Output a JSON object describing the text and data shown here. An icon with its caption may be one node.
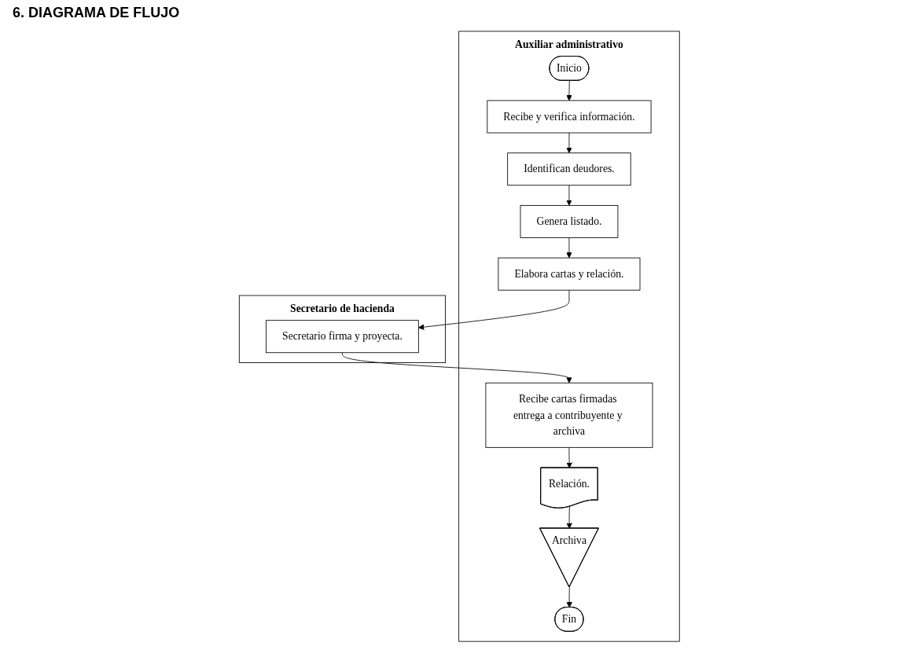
{
  "diagram": {
    "title": "6. DIAGRAMA DE FLUJO",
    "nodes": [
      {
        "text": [
          "Auxiliar administrativo"
        ]
      },
      {
        "text": [
          "Secretario de hacienda"
        ]
      },
      {
        "text": [
          "Inicio"
        ],
        "in": 0
      },
      {
        "text": [
          "Recibe y verifica información."
        ],
        "in": 0
      },
      {
        "text": [
          "Identifican deudores."
        ],
        "in": 0
      },
      {
        "text": [
          "Genera listado."
        ],
        "in": 0
      },
      {
        "text": [
          "Elabora cartas y relación."
        ],
        "in": 0
      },
      {
        "text": [
          "Secretario firma y proyecta."
        ],
        "in": 1
      },
      {
        "text": [
          "Recibe cartas firmadas entrega a contribuyente y archiva"
        ],
        "in": 0
      },
      {
        "text": [
          "Relación."
        ],
        "in": 0
      },
      {
        "text": [
          "Archiva"
        ],
        "in": 0
      },
      {
        "text": [
          "Fin"
        ],
        "in": 0
      }
    ],
    "edges": [
      {
        "from": 2,
        "to": 3,
        "arrow": "to"
      },
      {
        "from": 3,
        "to": 4,
        "arrow": "to"
      },
      {
        "from": 4,
        "to": 5,
        "arrow": "to"
      },
      {
        "from": 5,
        "to": 6,
        "arrow": "to"
      },
      {
        "from": 6,
        "to": 7,
        "arrow": "to"
      },
      {
        "from": 7,
        "to": 8,
        "arrow": "to"
      },
      {
        "from": 8,
        "to": 9,
        "arrow": "to"
      },
      {
        "from": 9,
        "to": 10,
        "arrow": "to"
      },
      {
        "from": 10,
        "to": 11,
        "arrow": "to"
      }
    ]
  }
}
